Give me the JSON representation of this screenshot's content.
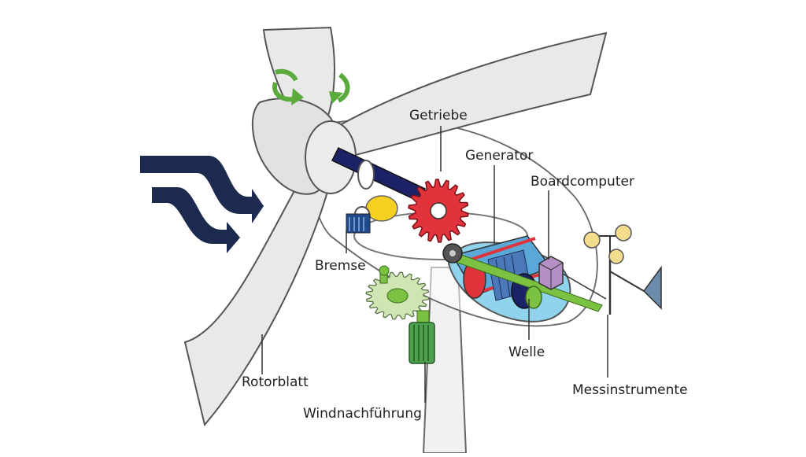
{
  "labels": {
    "getriebe": "Getriebe",
    "generator": "Generator",
    "boardcomputer": "Boardcomputer",
    "bremse": "Bremse",
    "welle": "Welle",
    "rotorblatt": "Rotorblatt",
    "messinstrumente": "Messinstrumente",
    "windnachfuehrung": "Windnachführung"
  },
  "colors": {
    "blade": "#e8e8e8",
    "outline": "#555555",
    "wind_arrow": "#1b2a4e",
    "rotation_arrow": "#5aab3c",
    "gear_red": "#e0333c",
    "gear_yaw": "#cfe6b3",
    "motor_green": "#4fa04f",
    "shaft_dark": "#1b2366",
    "shaft_green": "#7cc242",
    "generator_blue": "#5aa8d8",
    "nacelle_cyan": "#8fd3ec",
    "computer_purple": "#b48fc6",
    "brake_yellow": "#f5d020",
    "vane_blue": "#6d8cad",
    "cup_gold": "#f3dc8e"
  },
  "icons": [
    "wind-arrow-icon",
    "rotation-arrow-icon"
  ]
}
